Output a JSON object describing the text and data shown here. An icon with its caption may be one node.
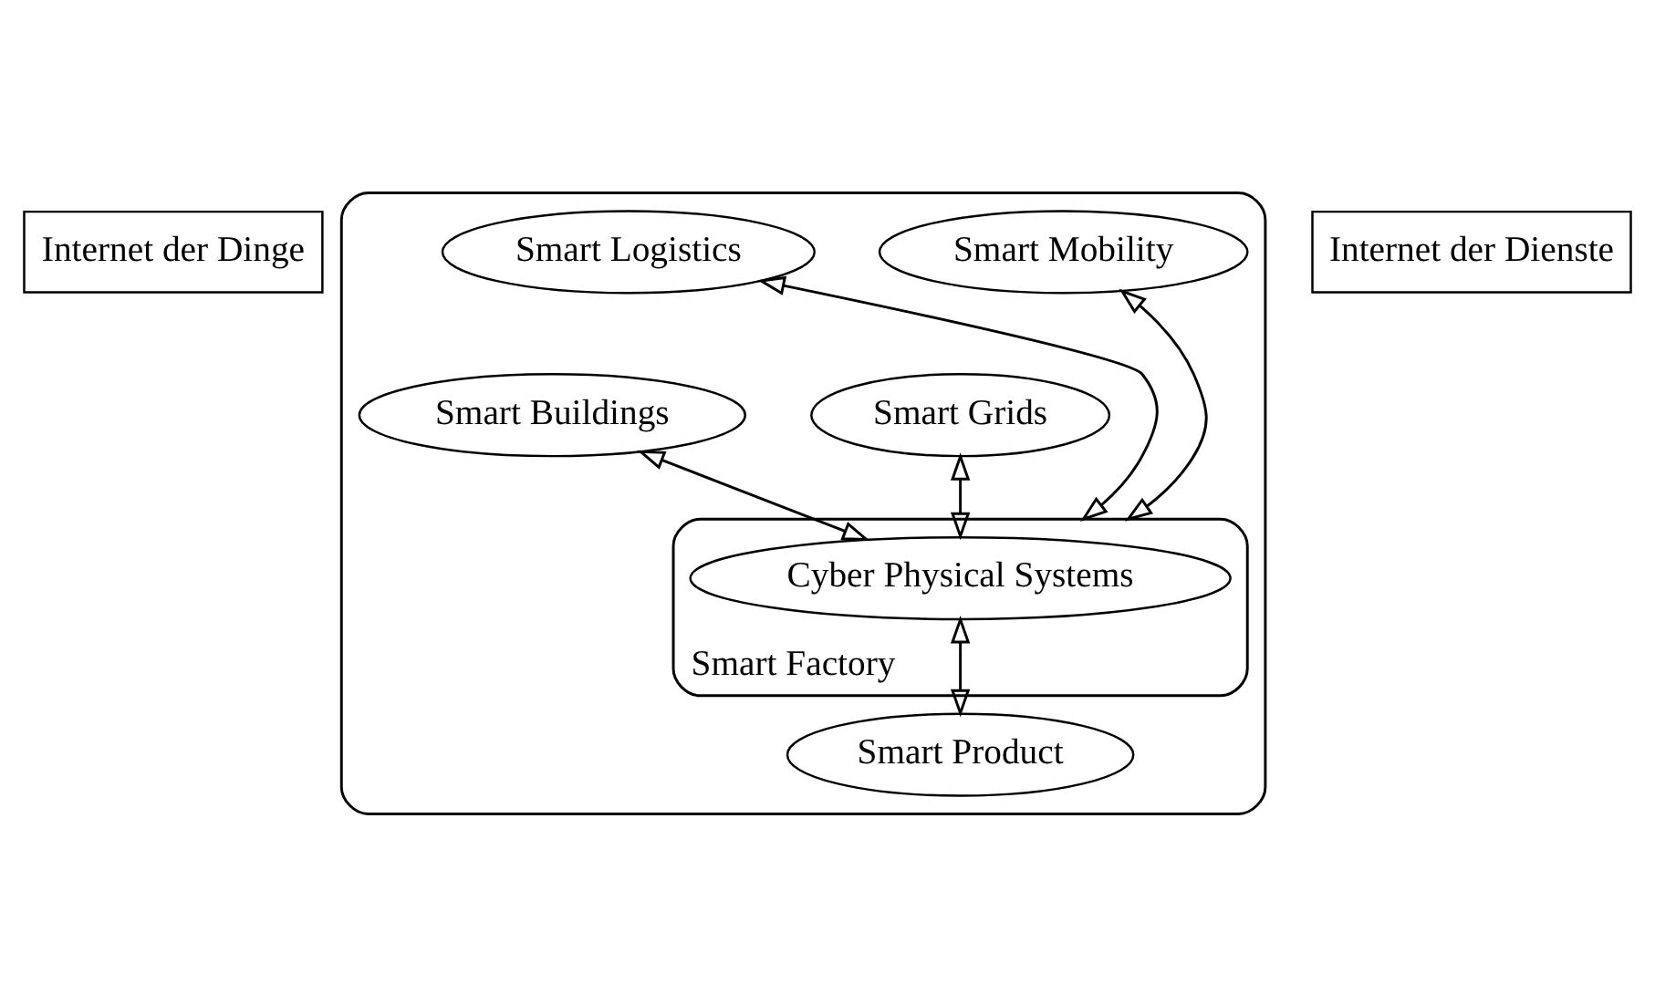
{
  "diagram": {
    "nodes": [
      {
        "text": [
          "Internet der Dinge"
        ]
      },
      {
        "text": [],
        "shape": "ellipse"
      },
      {
        "text": [
          "Smart Mobility"
        ],
        "in": 1
      },
      {
        "text": [
          "Smart Factory"
        ],
        "in": 1
      },
      {
        "text": [
          "Smart Logistics"
        ],
        "in": 1
      },
      {
        "text": [
          "Cyber Physical Systems"
        ],
        "in": 3
      },
      {
        "text": [
          "Smart Grids"
        ],
        "in": 1
      },
      {
        "text": [
          "Smart Buildings"
        ],
        "in": 1
      },
      {
        "text": [
          "Smart Product"
        ],
        "in": 1
      },
      {
        "text": [
          "Internet der Dienste"
        ]
      }
    ],
    "edges": [
      {
        "from": 2,
        "to": 3,
        "arrow": "both"
      },
      {
        "from": 4,
        "to": 3,
        "arrow": "both"
      },
      {
        "from": 6,
        "to": 5,
        "arrow": "both"
      },
      {
        "from": 7,
        "to": 5,
        "arrow": "both"
      },
      {
        "from": 5,
        "to": 8,
        "arrow": "both"
      }
    ]
  }
}
